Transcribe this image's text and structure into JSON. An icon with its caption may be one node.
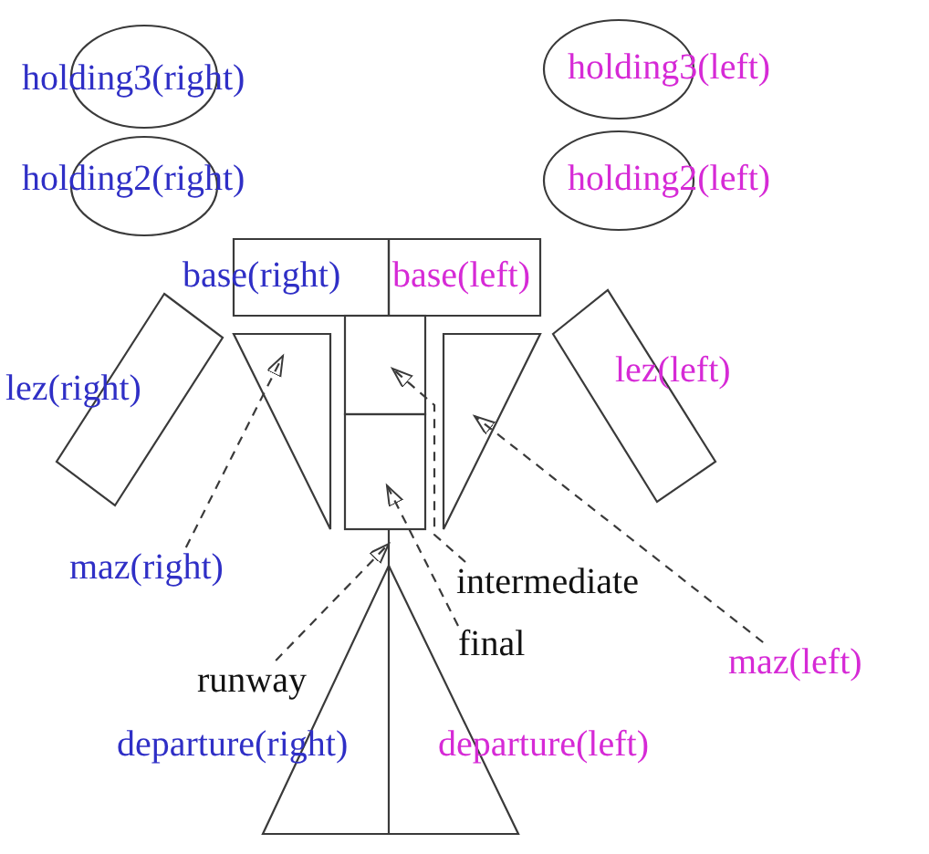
{
  "diagram": {
    "nodes": [
      {
        "text": [
          "holding3(right)"
        ]
      },
      {
        "text": [
          "holding3(left)"
        ]
      },
      {
        "text": [
          "holding2(right)"
        ]
      },
      {
        "text": [
          "holding2(left)"
        ]
      },
      {
        "text": [
          "base(right)"
        ]
      },
      {
        "text": [
          "base(left)"
        ]
      },
      {
        "text": [
          "lez(right)"
        ]
      },
      {
        "text": [],
        "shape": "triangle"
      },
      {
        "text": [],
        "shape": "box"
      },
      {
        "text": [],
        "shape": "box"
      },
      {
        "text": [],
        "shape": "triangle"
      },
      {
        "text": [
          "lez(left)"
        ]
      },
      {
        "text": [],
        "shape": "line"
      },
      {
        "text": [
          "maz(right)"
        ]
      },
      {
        "text": [
          "intermediate"
        ]
      },
      {
        "text": [
          "final"
        ]
      },
      {
        "text": [
          "maz(left)"
        ]
      },
      {
        "text": [
          "runway"
        ]
      }
    ],
    "edges": [
      {
        "from": 13,
        "to": 7,
        "arrow": "to",
        "style": "dashed"
      },
      {
        "from": 14,
        "to": 8,
        "arrow": "to",
        "style": "dashed"
      },
      {
        "from": 15,
        "to": 9,
        "arrow": "to",
        "style": "dashed"
      },
      {
        "from": 16,
        "to": 10,
        "arrow": "to",
        "style": "dashed"
      },
      {
        "from": 17,
        "to": 12,
        "arrow": "to",
        "style": "dashed"
      }
    ],
    "labels": [
      "departure(right)",
      "departure(left)"
    ]
  }
}
